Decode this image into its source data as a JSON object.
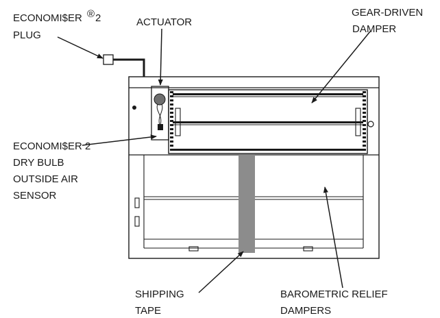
{
  "labels": {
    "economiser_plug": [
      "ECONOMI$ER",
      "2",
      "PLUG"
    ],
    "registered_mark": "®",
    "actuator": "ACTUATOR",
    "gear_damper": [
      "GEAR-DRIVEN",
      "DAMPER"
    ],
    "sensor": [
      "ECONOMI$ER 2",
      "DRY BULB",
      "OUTSIDE AIR",
      "SENSOR"
    ],
    "shipping_tape": [
      "SHIPPING",
      "TAPE"
    ],
    "relief_dampers": [
      "BAROMETRIC RELIEF",
      "DAMPERS"
    ]
  },
  "colors": {
    "line": "#1a1a1a",
    "tape": "#8c8c8c",
    "sensor_bulb": "#6e6e6e"
  }
}
